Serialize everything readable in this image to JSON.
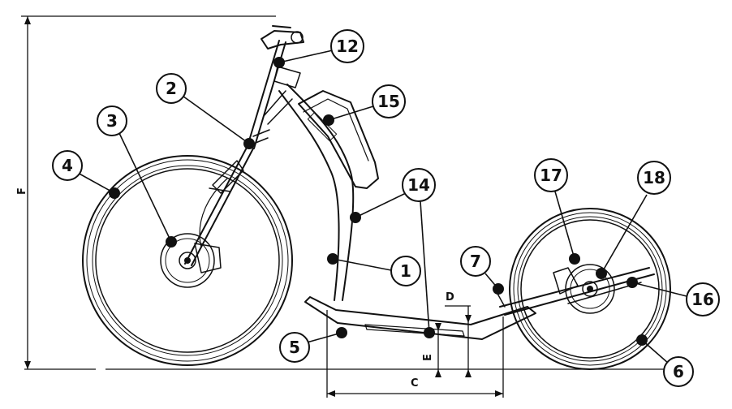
{
  "callouts": [
    {
      "id": "c1",
      "label": "1"
    },
    {
      "id": "c2",
      "label": "2"
    },
    {
      "id": "c3",
      "label": "3"
    },
    {
      "id": "c4",
      "label": "4"
    },
    {
      "id": "c5",
      "label": "5"
    },
    {
      "id": "c6",
      "label": "6"
    },
    {
      "id": "c7",
      "label": "7"
    },
    {
      "id": "c12",
      "label": "12"
    },
    {
      "id": "c14",
      "label": "14"
    },
    {
      "id": "c15",
      "label": "15"
    },
    {
      "id": "c16",
      "label": "16"
    },
    {
      "id": "c17",
      "label": "17"
    },
    {
      "id": "c18",
      "label": "18"
    }
  ],
  "dimensions": {
    "C": "C",
    "D": "D",
    "E": "E",
    "F": "F"
  }
}
